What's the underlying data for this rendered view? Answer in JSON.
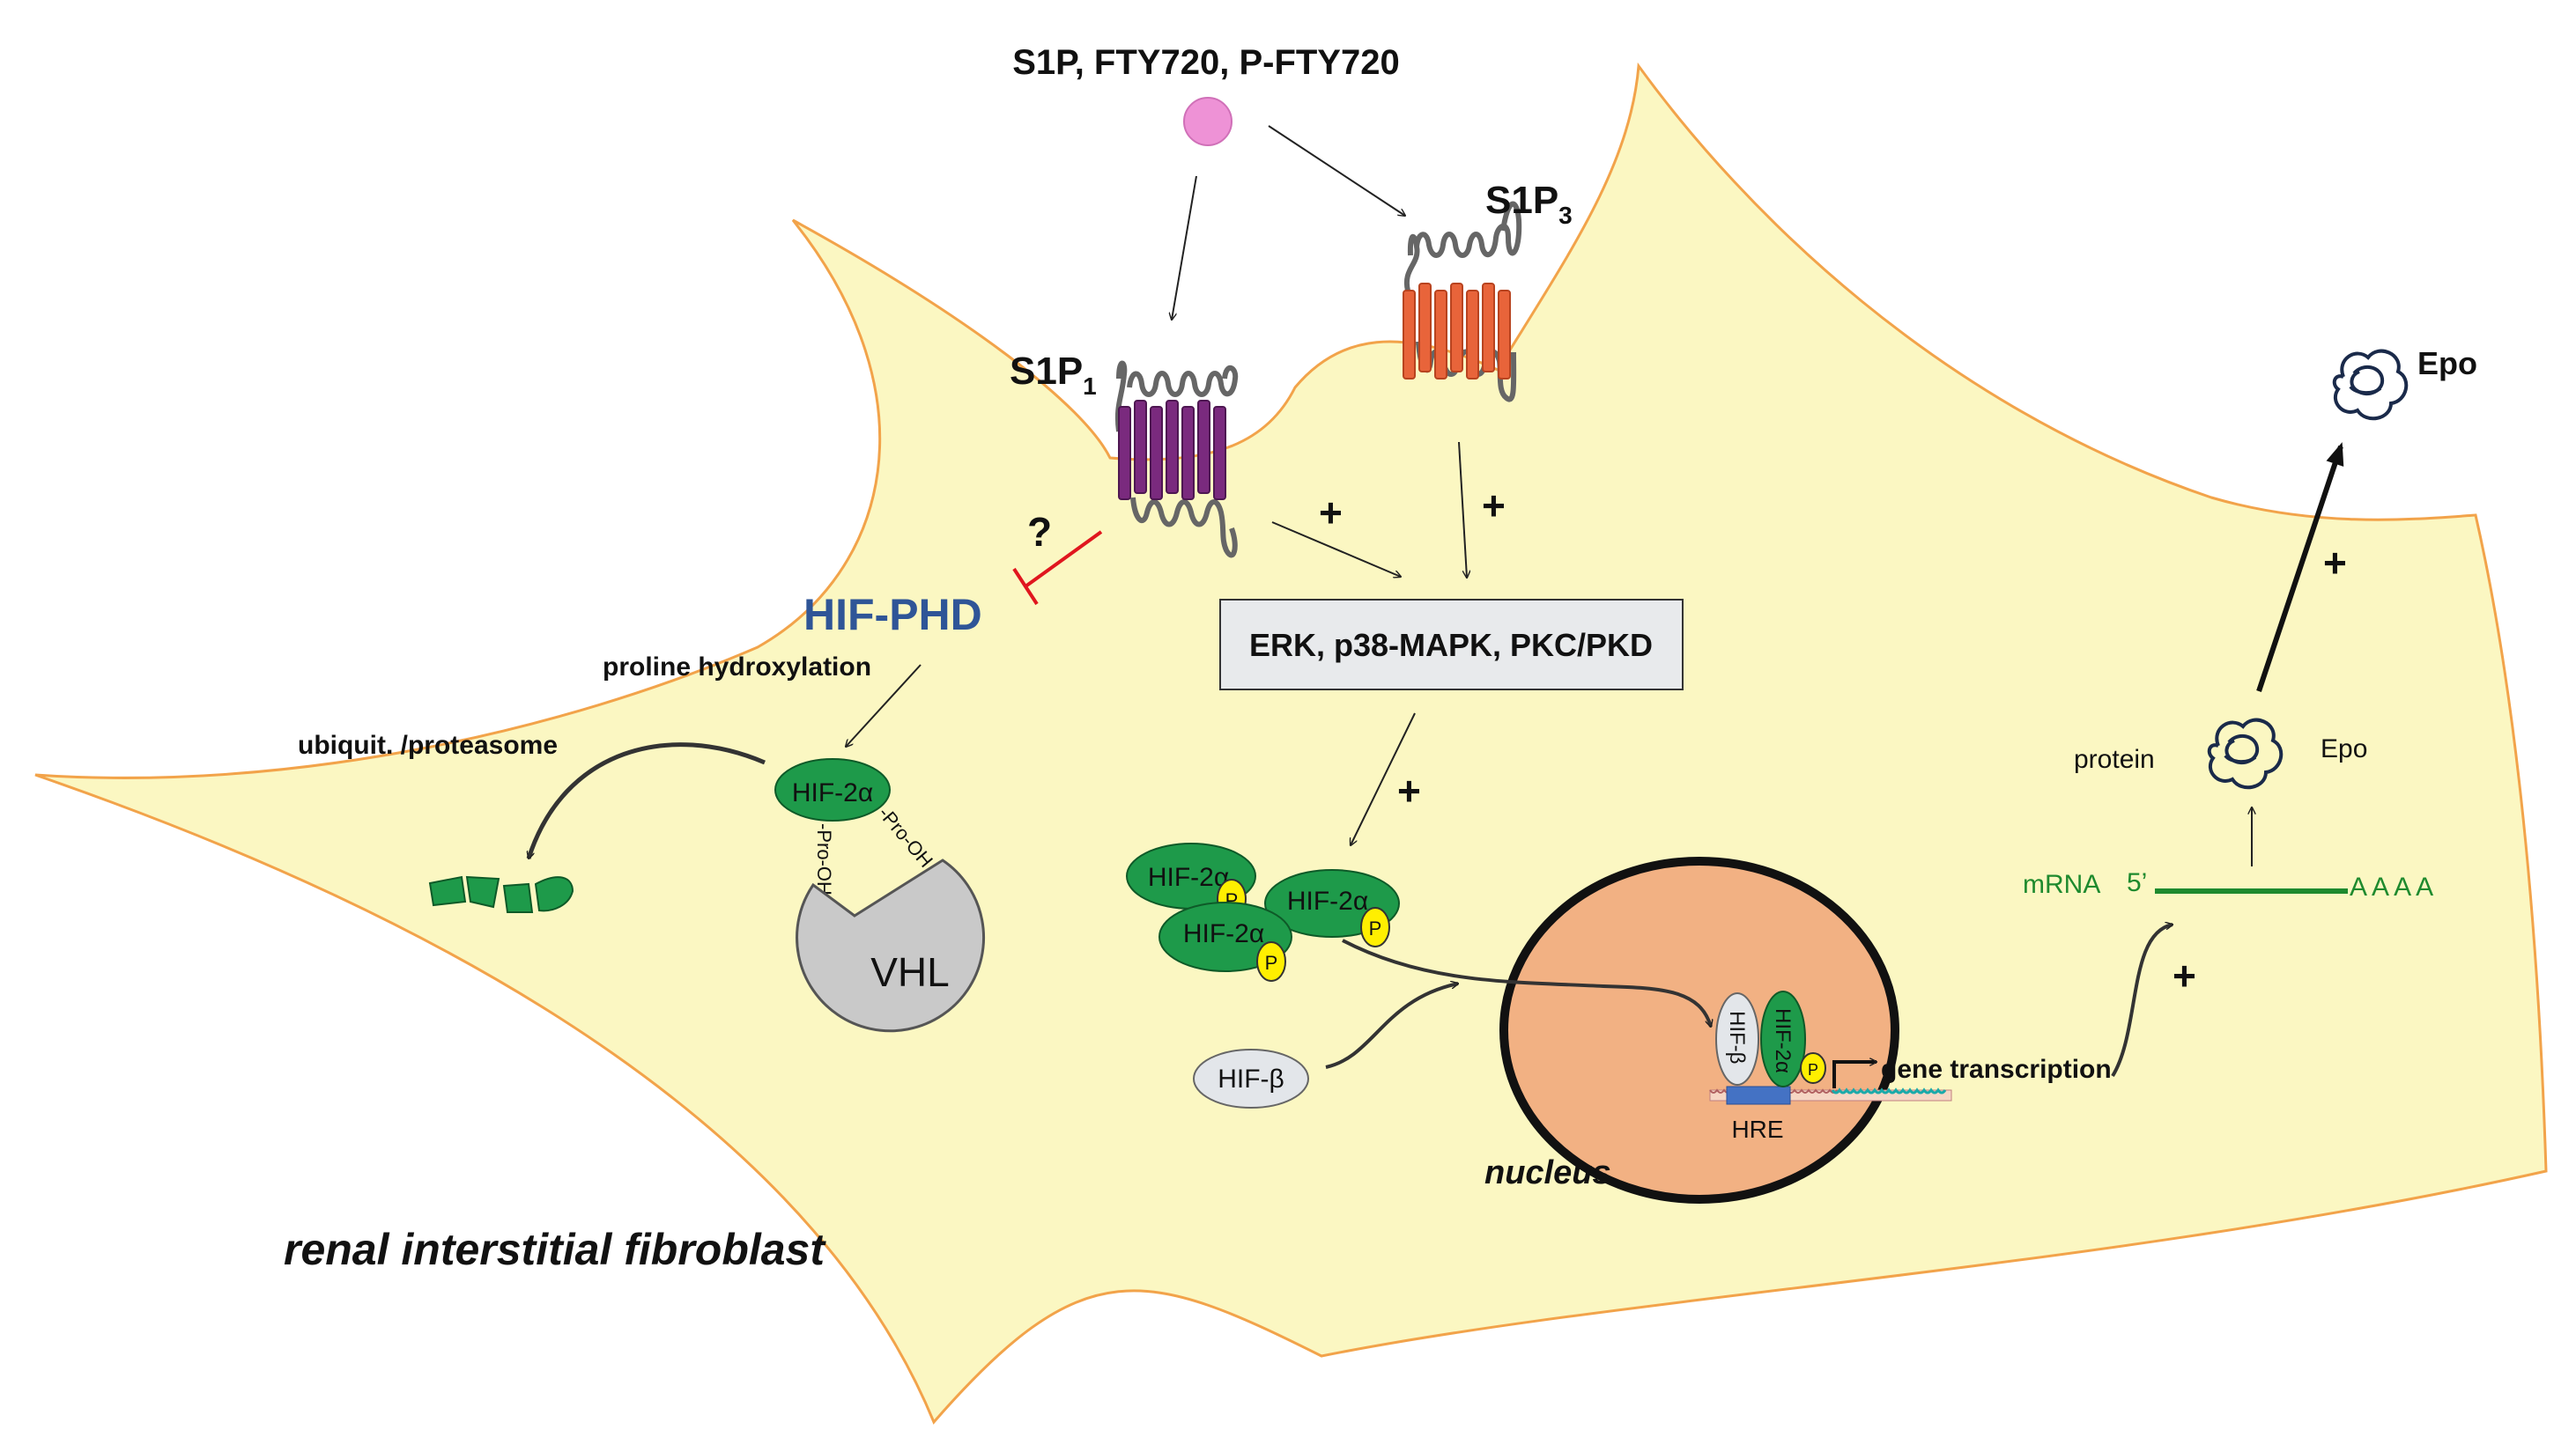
{
  "ligand_label": "S1P, FTY720, P-FTY720",
  "receptors": {
    "s1p1": {
      "main": "S1P",
      "sub": "1"
    },
    "s1p3": {
      "main": "S1P",
      "sub": "3"
    }
  },
  "kinase_box": "ERK, p38-MAPK, PKC/PKD",
  "question_mark": "?",
  "plus_sign": "+",
  "hif_phd": "HIF-PHD",
  "proline_hydroxylation": "proline hydroxylation",
  "ubiquit": "ubiquit. /proteasome",
  "hif2a": "HIF-2α",
  "pro_oh": "-Pro-OH",
  "vhl": "VHL",
  "phospho": "P",
  "hif_beta": "HIF-β",
  "gene_transcription": "gene transcription",
  "hre": "HRE",
  "nucleus": "nucleus",
  "mrna": "mRNA",
  "five_prime": "5’",
  "poly_a": "A A A A",
  "protein": "protein",
  "epo": "Epo",
  "cell_label": "renal interstitial fibroblast",
  "colors": {
    "cell_fill": "#fbf7c2",
    "cell_stroke": "#f2a34a",
    "nucleus_fill": "#f2b183",
    "hif_green": "#1e9a4a",
    "phospho_yellow": "#ffef00",
    "s1p1_purple": "#7a2a7e",
    "s1p3_orange": "#e8643a",
    "hif_phd_blue": "#2f5597",
    "inhibit_red": "#e0161e",
    "mrna_green": "#1e8a2e",
    "ligand_pink": "#ee92d6"
  }
}
